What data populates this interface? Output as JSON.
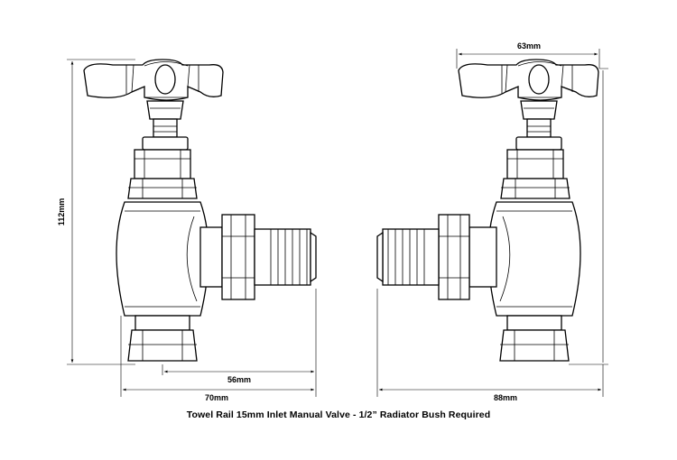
{
  "caption": "Towel Rail 15mm Inlet Manual Valve - 1/2” Radiator Bush Required",
  "dimensions": {
    "left_height": "112mm",
    "left_inner_width": "56mm",
    "left_total_width": "70mm",
    "right_top_width": "63mm",
    "right_total_width": "88mm"
  }
}
